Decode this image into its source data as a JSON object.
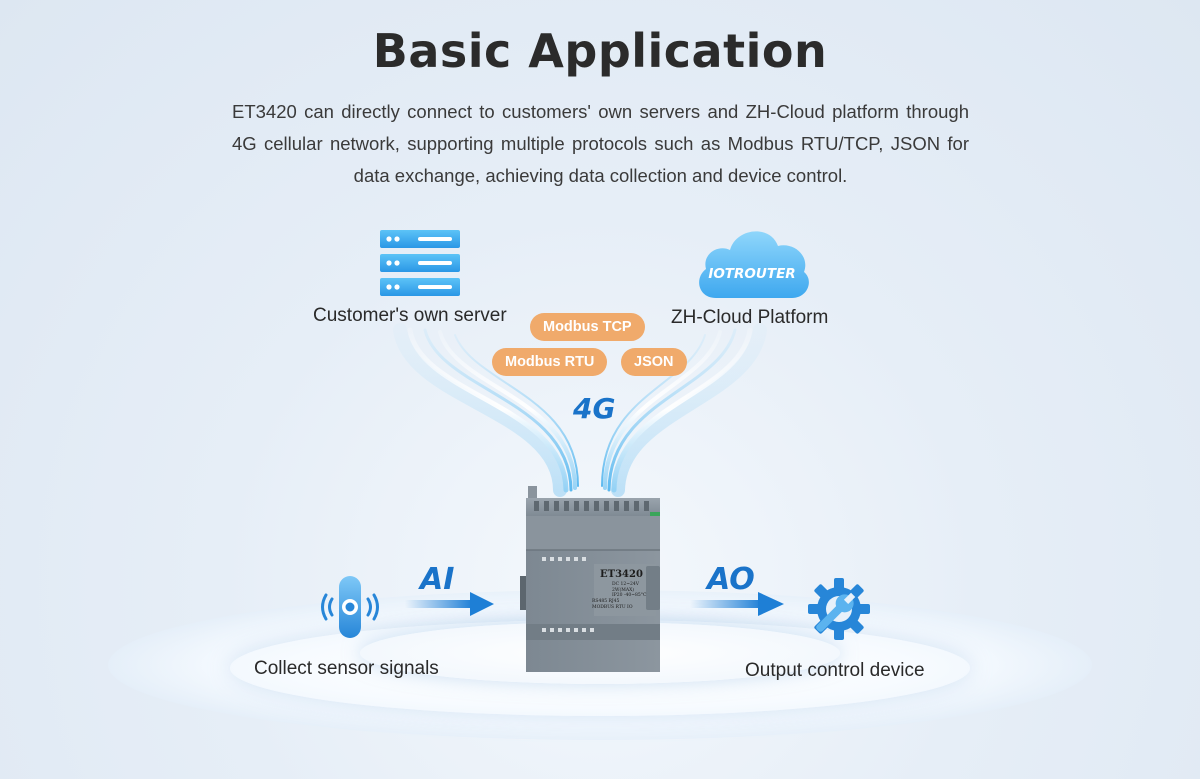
{
  "header": {
    "title": "Basic Application",
    "description": "ET3420 can directly connect to customers' own servers and ZH-Cloud platform through 4G cellular network, supporting multiple protocols such as Modbus RTU/TCP, JSON for data exchange, achieving data collection and device control."
  },
  "nodes": {
    "server": {
      "label": "Customer's own server",
      "icon": "server-stack-icon"
    },
    "cloud": {
      "label": "ZH-Cloud Platform",
      "icon": "cloud-icon",
      "logo_text": "IOTROUTER"
    },
    "sensor": {
      "label": "Collect sensor signals",
      "icon": "sensor-signal-icon"
    },
    "output": {
      "label": "Output control device",
      "icon": "gear-wrench-icon"
    }
  },
  "protocols": [
    "Modbus TCP",
    "Modbus RTU",
    "JSON"
  ],
  "links": {
    "network": "4G",
    "input": "AI",
    "output": "AO"
  },
  "device": {
    "model": "ET3420",
    "spec_lines": [
      "DC 12~24V",
      "2W(MAX)",
      "IP20  -40~85°C",
      "RS485  RJ45",
      "MODBUS  RTU  IO"
    ]
  },
  "colors": {
    "accent_blue": "#1a73c9",
    "pill_orange": "#f0aa6b",
    "server_blue": "#36a9f0",
    "device_grey": "#7e8993"
  }
}
